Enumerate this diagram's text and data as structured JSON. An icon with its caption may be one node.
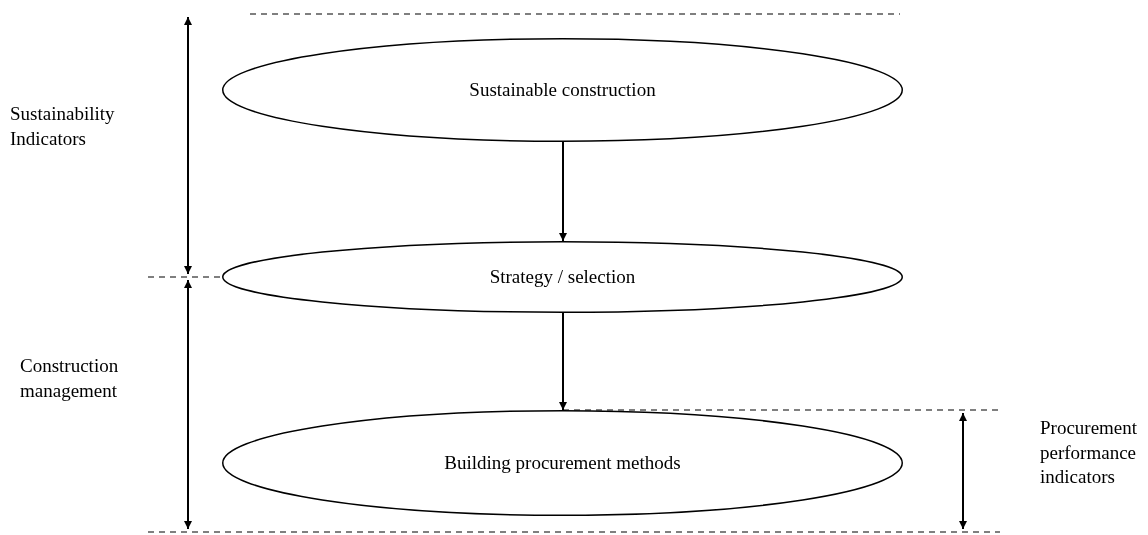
{
  "diagram": {
    "nodes": [
      {
        "text": [
          "Sustainable construction"
        ]
      },
      {
        "text": [
          "Strategy / selection"
        ]
      },
      {
        "text": [
          "Building procurement methods"
        ]
      }
    ],
    "edges": [
      {
        "from": 0,
        "to": 1,
        "arrow": "to"
      },
      {
        "from": 1,
        "to": 2,
        "arrow": "to"
      }
    ],
    "labels": [
      "Sustainability Indicators",
      "Construction management",
      "Procurement performance indicators"
    ]
  }
}
